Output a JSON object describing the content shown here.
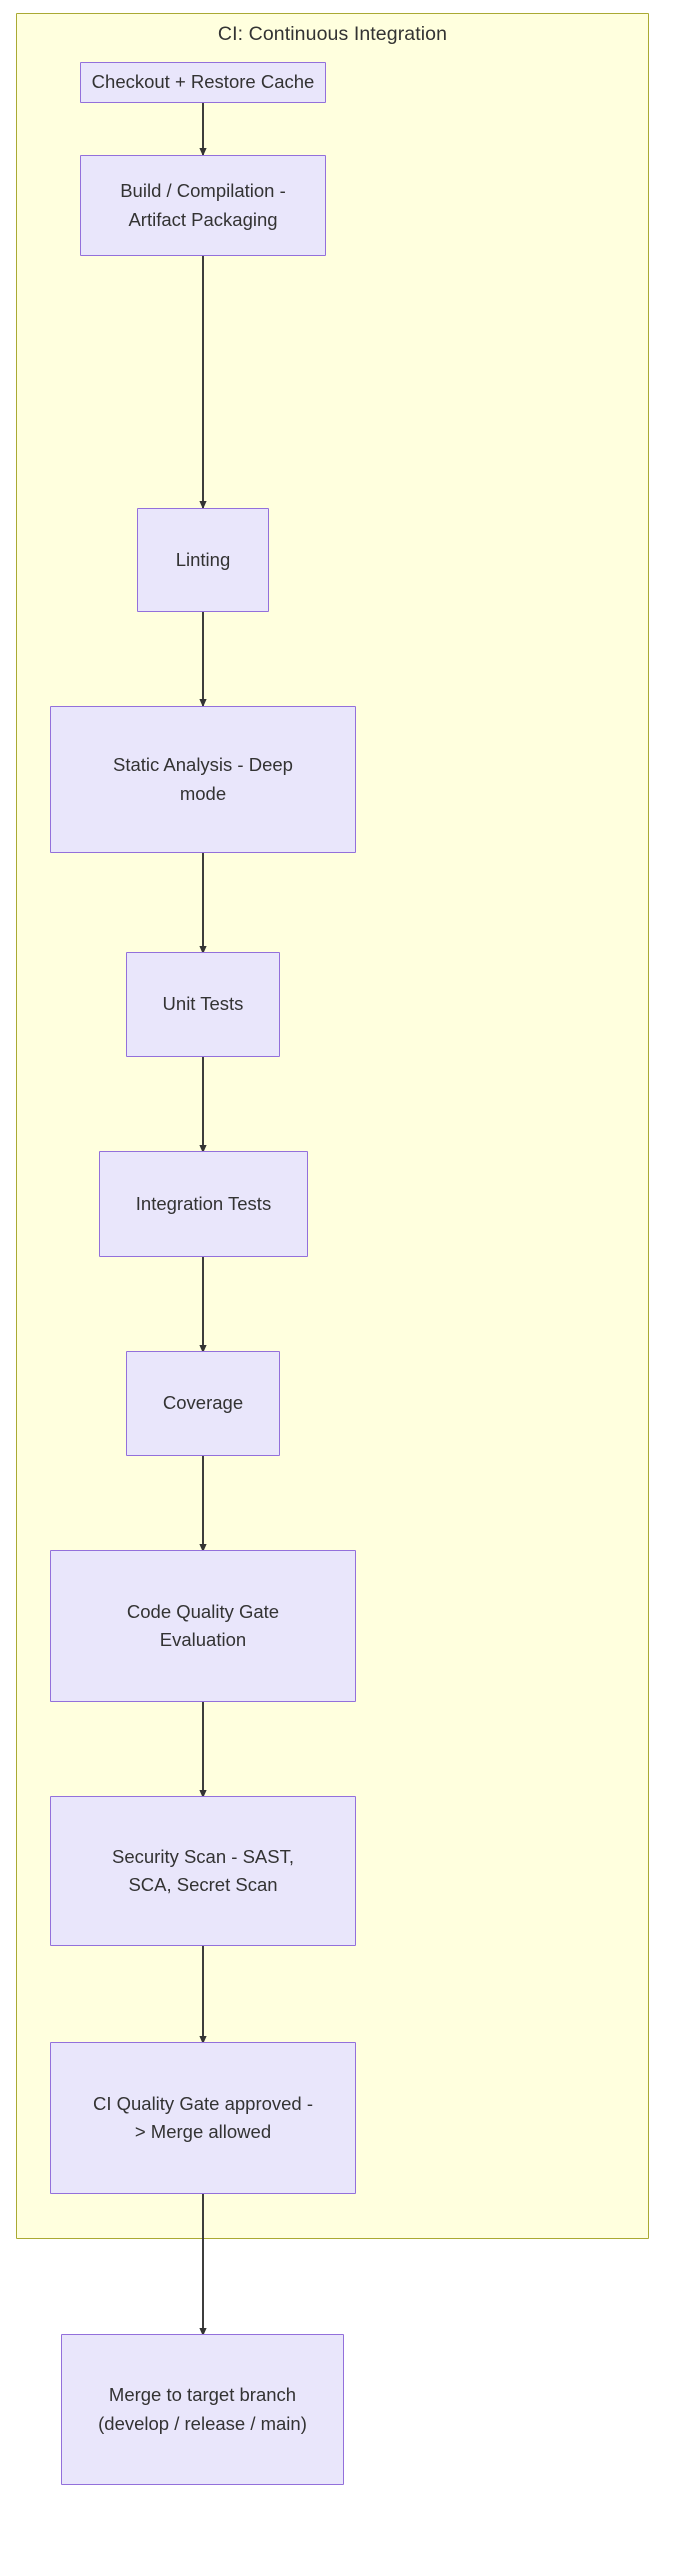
{
  "diagram": {
    "type": "flowchart",
    "orientation": "top-down",
    "colors": {
      "subgraph_fill": "#ffffde",
      "subgraph_stroke": "#aaaa33",
      "node_fill": "#e9e6fb",
      "node_stroke": "#9370db",
      "text": "#333333",
      "edge": "#333333",
      "canvas": "#ffffff"
    },
    "subgraph": {
      "title": "CI: Continuous Integration"
    },
    "nodes": [
      {
        "id": "checkout",
        "label": "Checkout + Restore Cache"
      },
      {
        "id": "build",
        "label": "Build / Compilation -\nArtifact Packaging"
      },
      {
        "id": "linting",
        "label": "Linting"
      },
      {
        "id": "static",
        "label": "Static Analysis - Deep\nmode"
      },
      {
        "id": "unit",
        "label": "Unit Tests"
      },
      {
        "id": "integration",
        "label": "Integration Tests"
      },
      {
        "id": "coverage",
        "label": "Coverage"
      },
      {
        "id": "codequality",
        "label": "Code Quality Gate\nEvaluation"
      },
      {
        "id": "security",
        "label": "Security Scan - SAST,\nSCA, Secret Scan"
      },
      {
        "id": "cigate",
        "label": "CI Quality Gate approved -\n> Merge allowed"
      },
      {
        "id": "merge",
        "label": "Merge to target branch\n(develop / release / main)"
      }
    ],
    "edges": [
      {
        "from": "checkout",
        "to": "build"
      },
      {
        "from": "build",
        "to": "linting"
      },
      {
        "from": "linting",
        "to": "static"
      },
      {
        "from": "static",
        "to": "unit"
      },
      {
        "from": "unit",
        "to": "integration"
      },
      {
        "from": "integration",
        "to": "coverage"
      },
      {
        "from": "coverage",
        "to": "codequality"
      },
      {
        "from": "codequality",
        "to": "security"
      },
      {
        "from": "security",
        "to": "cigate"
      },
      {
        "from": "cigate",
        "to": "merge"
      }
    ]
  }
}
